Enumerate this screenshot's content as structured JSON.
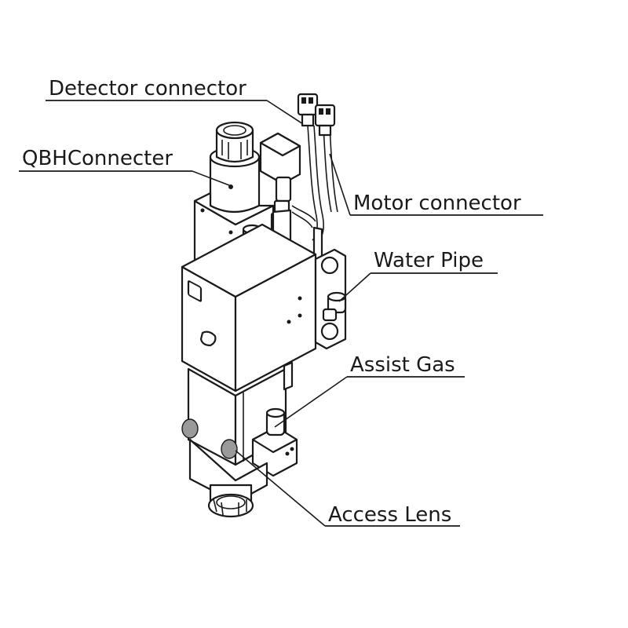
{
  "labels": {
    "detector": "Detector connector",
    "qbh": "QBHConnecter",
    "motor": "Motor connector",
    "water": "Water Pipe",
    "gas": "Assist Gas",
    "lens": "Access Lens"
  }
}
